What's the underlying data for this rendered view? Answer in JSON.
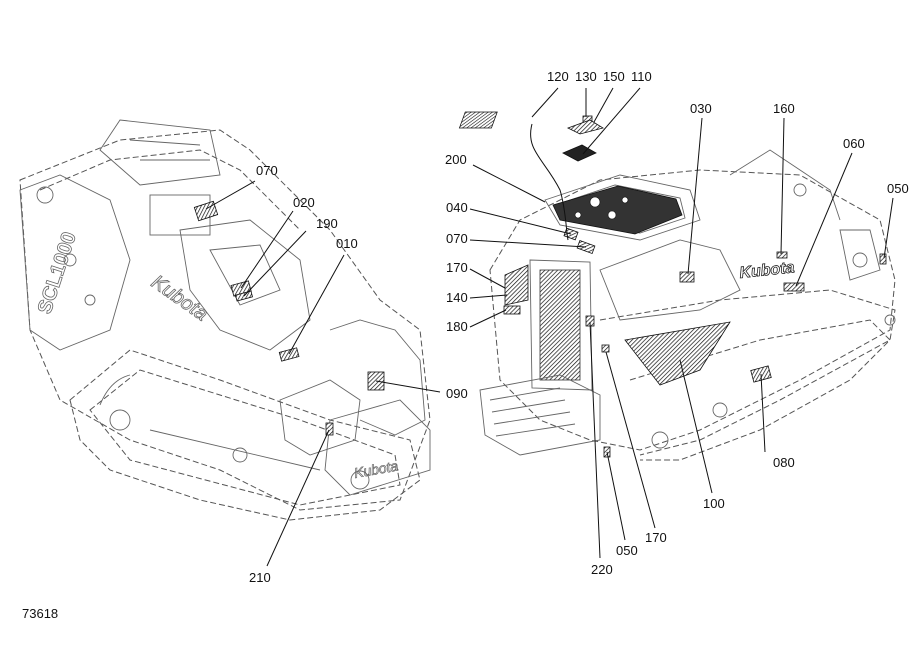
{
  "figure_id": "73618",
  "logos": {
    "brand": "Kubota",
    "model_badge": "SCL1000"
  },
  "callouts": {
    "l070": "070",
    "l020": "020",
    "l190": "190",
    "l010": "010",
    "l090": "090",
    "l210": "210",
    "r120": "120",
    "r130": "130",
    "r150": "150",
    "r110": "110",
    "r030": "030",
    "r160": "160",
    "r060": "060",
    "r050a": "050",
    "r200": "200",
    "r040": "040",
    "r070": "070",
    "r170a": "170",
    "r140": "140",
    "r180": "180",
    "r080": "080",
    "r100": "100",
    "r170b": "170",
    "r050b": "050",
    "r220": "220"
  }
}
